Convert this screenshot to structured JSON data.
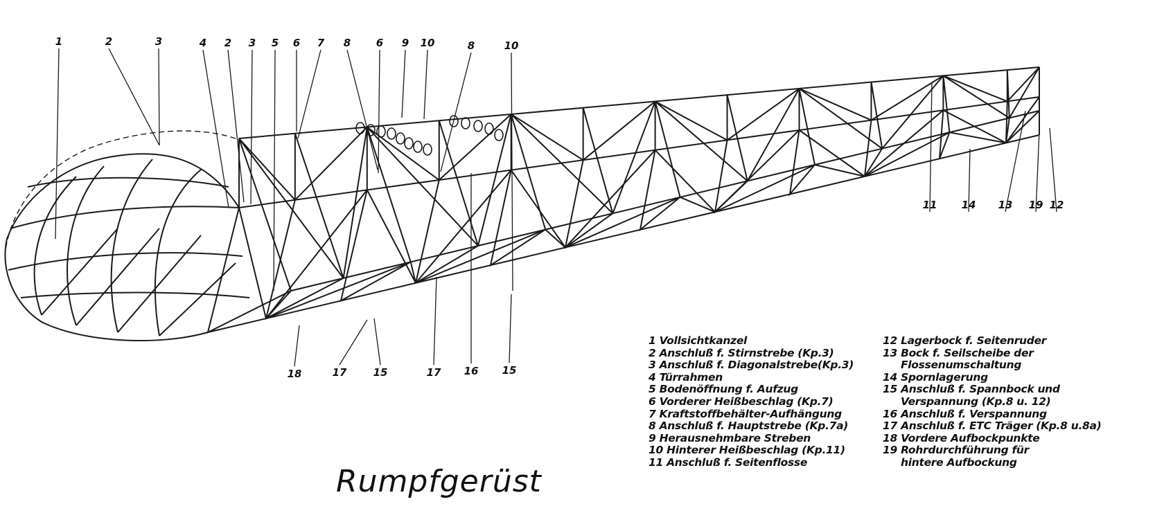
{
  "title": "Rumpfgerüst",
  "callouts": {
    "top": [
      "1",
      "2",
      "3",
      "4",
      "2",
      "3",
      "5",
      "6",
      "7",
      "8",
      "6",
      "9",
      "10",
      "8",
      "10"
    ],
    "right": [
      "11",
      "14",
      "13",
      "19",
      "12"
    ],
    "bottom": [
      "18",
      "17",
      "15",
      "17",
      "16",
      "15"
    ]
  },
  "legend": {
    "column1": [
      {
        "text": "1 Vollsichtkanzel"
      },
      {
        "text": "2 Anschluß f. Stirnstrebe (Kp.3)"
      },
      {
        "text": "3 Anschluß f. Diagonalstrebe(Kp.3)"
      },
      {
        "text": "4 Türrahmen"
      },
      {
        "text": "5 Bodenöffnung f. Aufzug"
      },
      {
        "text": "6 Vorderer Heißbeschlag (Kp.7)"
      },
      {
        "text": "7 Kraftstoffbehälter-Aufhängung"
      },
      {
        "text": "8 Anschluß f. Hauptstrebe (Kp.7a)"
      },
      {
        "text": "9 Herausnehmbare Streben"
      },
      {
        "text": "10 Hinterer Heißbeschlag (Kp.11)"
      },
      {
        "text": "11 Anschluß f. Seitenflosse"
      }
    ],
    "column2": [
      {
        "text": "12 Lagerbock f. Seitenruder"
      },
      {
        "text": "13 Bock f. Seilscheibe der"
      },
      {
        "text": "Flossenumschaltung",
        "cont": true
      },
      {
        "text": "14 Spornlagerung"
      },
      {
        "text": "15 Anschluß f. Spannbock und"
      },
      {
        "text": "Verspannung  (Kp.8 u. 12)",
        "cont": true
      },
      {
        "text": "16 Anschluß f. Verspannung"
      },
      {
        "text": "17 Anschluß f. ETC Träger (Kp.8 u.8a)"
      },
      {
        "text": "18 Vordere Aufbockpunkte"
      },
      {
        "text": "19 Rohrdurchführung für"
      },
      {
        "text": "hintere Aufbockung",
        "cont": true
      }
    ]
  }
}
